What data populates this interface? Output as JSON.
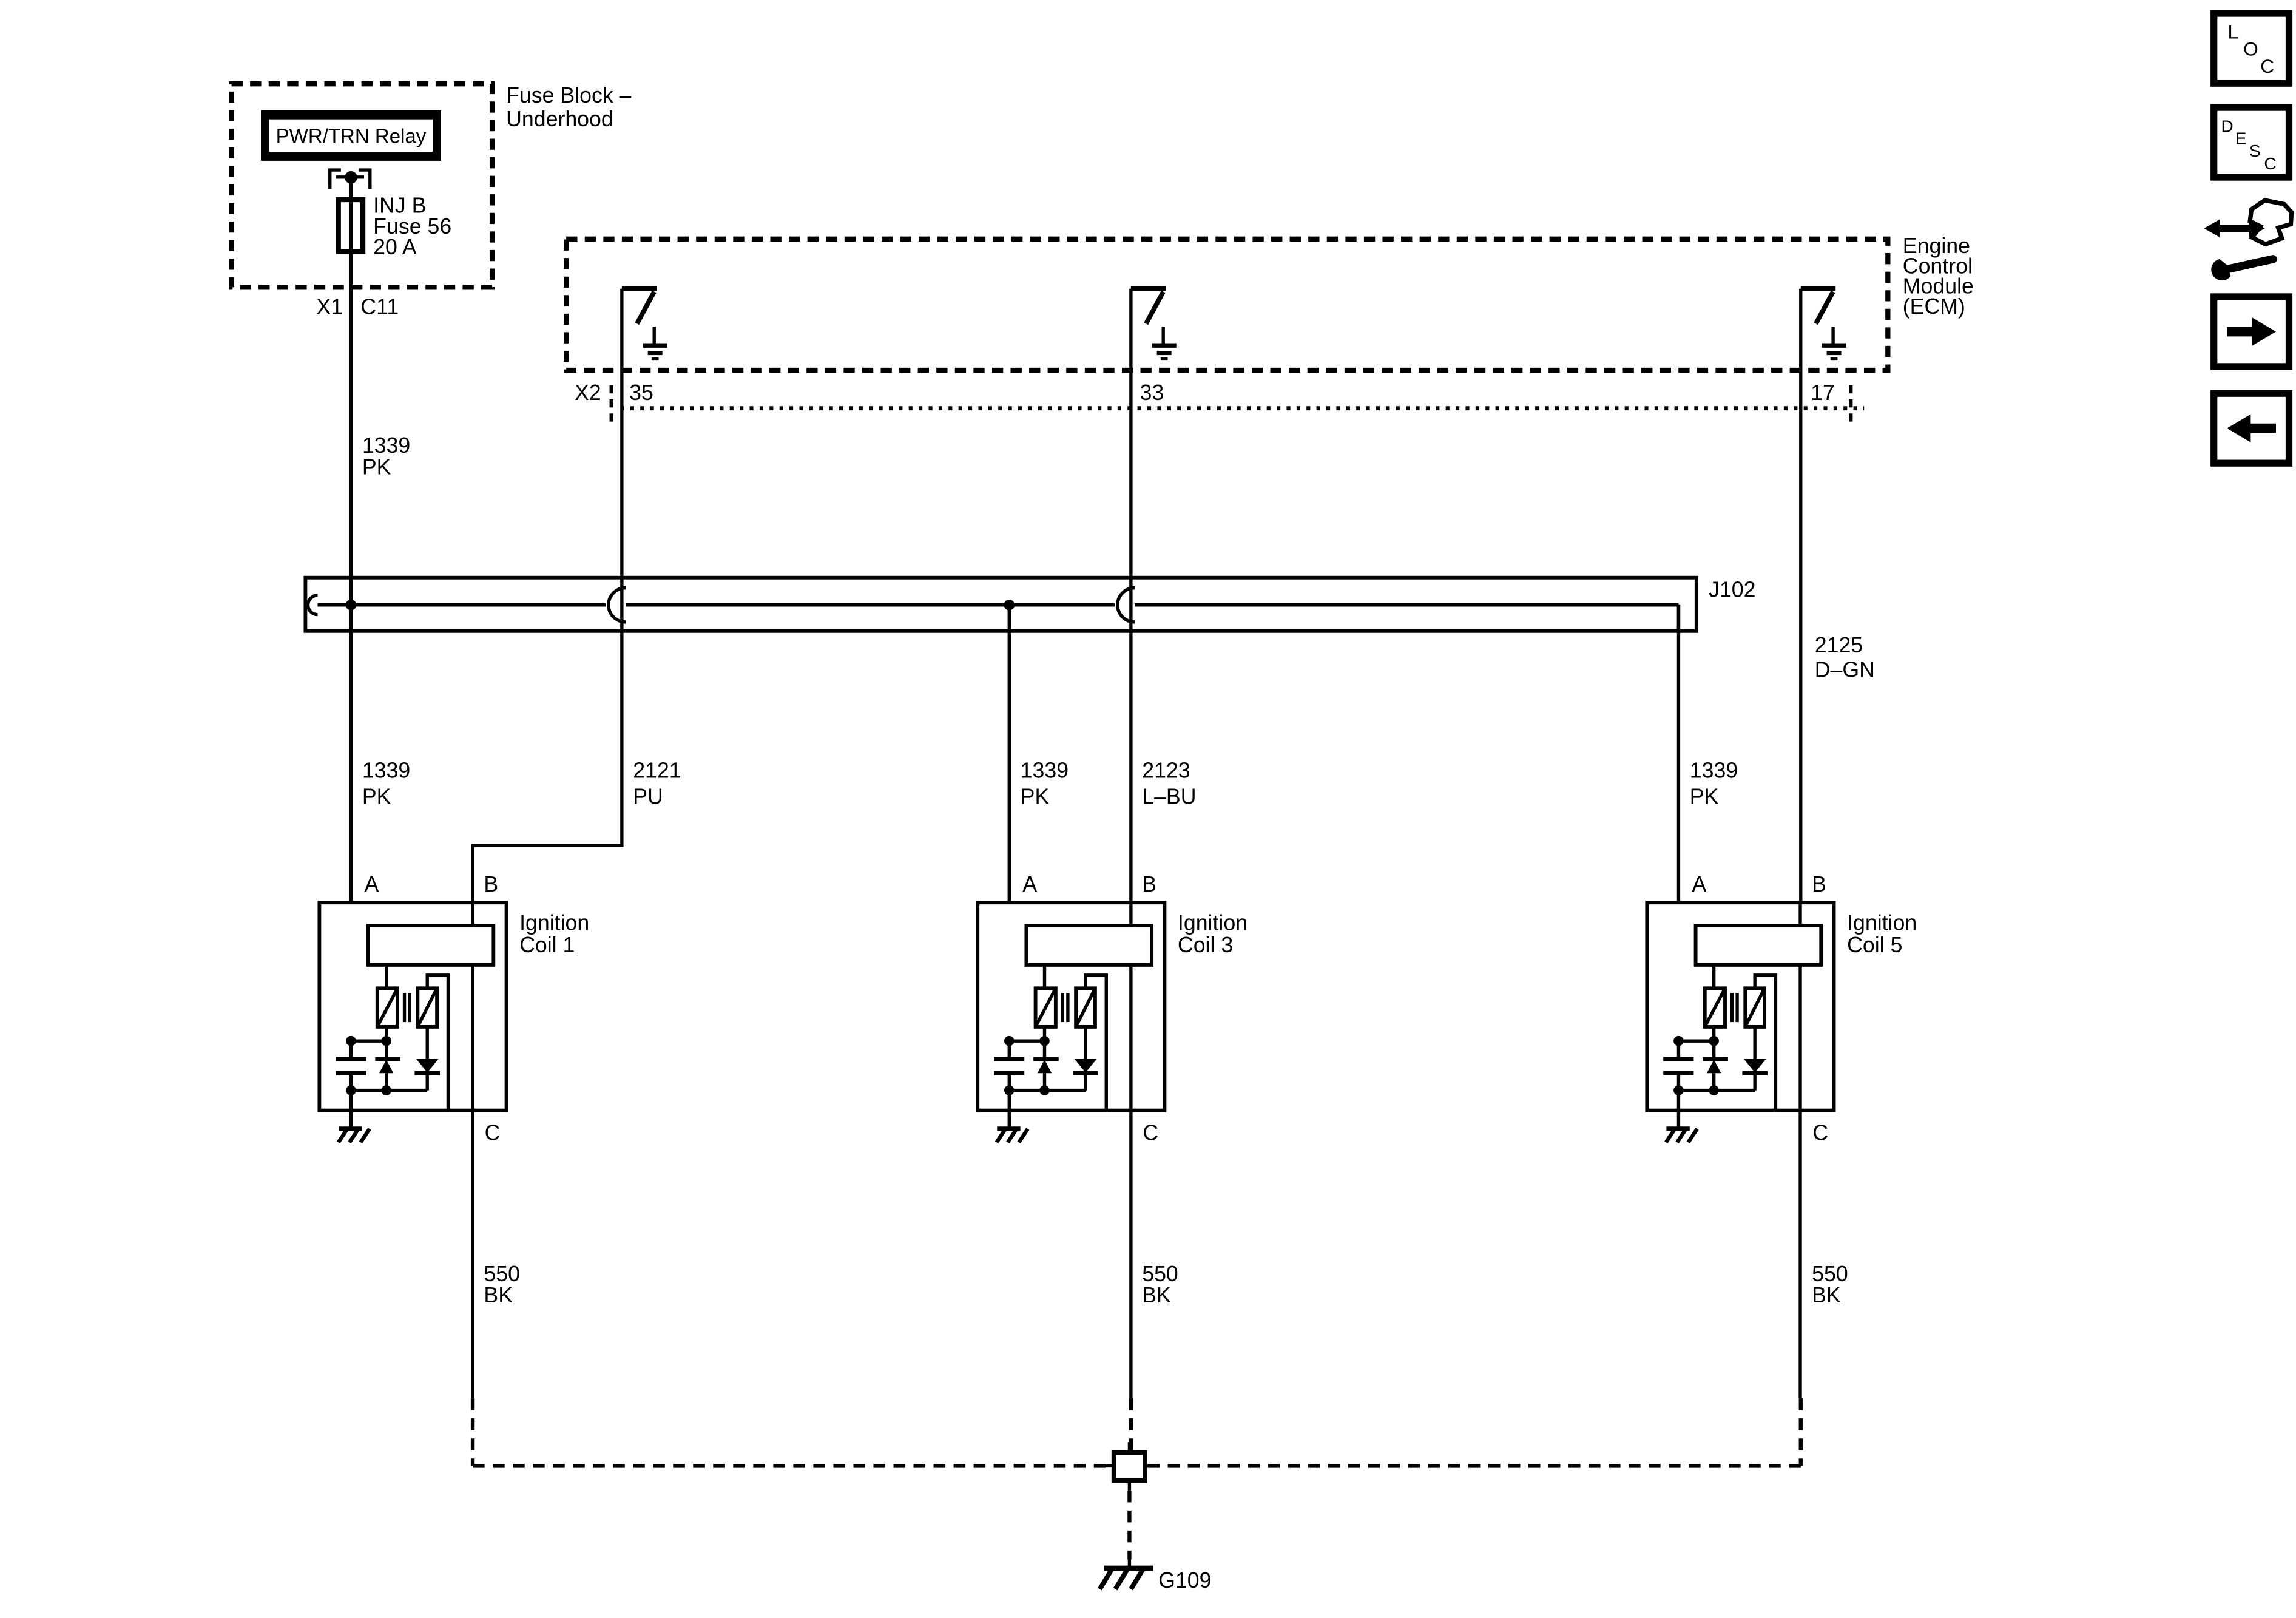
{
  "fuse_block": {
    "title_line1": "Fuse Block –",
    "title_line2": "Underhood",
    "relay_label": "PWR/TRN Relay",
    "fuse_name": "INJ B",
    "fuse_id": "Fuse 56",
    "fuse_rating": "20 A",
    "connector_left": "X1",
    "connector_right": "C11"
  },
  "ecm": {
    "name_line1": "Engine",
    "name_line2": "Control",
    "name_line3": "Module",
    "name_line4": "(ECM)",
    "connector": "X2",
    "pin35": "35",
    "pin33": "33",
    "pin17": "17"
  },
  "splice": {
    "label": "J102"
  },
  "wires": {
    "feed": {
      "circuit": "1339",
      "color": "PK"
    },
    "coil1_a": {
      "circuit": "1339",
      "color": "PK"
    },
    "coil1_b": {
      "circuit": "2121",
      "color": "PU"
    },
    "coil3_a": {
      "circuit": "1339",
      "color": "PK"
    },
    "coil3_b": {
      "circuit": "2123",
      "color": "L–BU"
    },
    "coil5_a": {
      "circuit": "1339",
      "color": "PK"
    },
    "coil5_b": {
      "circuit": "2125",
      "color": "D–GN"
    },
    "coil1_gnd": {
      "circuit": "550",
      "color": "BK"
    },
    "coil3_gnd": {
      "circuit": "550",
      "color": "BK"
    },
    "coil5_gnd": {
      "circuit": "550",
      "color": "BK"
    }
  },
  "ground": {
    "label": "G109"
  },
  "coils": [
    {
      "name_line1": "Ignition",
      "name_line2": "Coil 1",
      "pin_a": "A",
      "pin_b": "B",
      "pin_c": "C"
    },
    {
      "name_line1": "Ignition",
      "name_line2": "Coil 3",
      "pin_a": "A",
      "pin_b": "B",
      "pin_c": "C"
    },
    {
      "name_line1": "Ignition",
      "name_line2": "Coil 5",
      "pin_a": "A",
      "pin_b": "B",
      "pin_c": "C"
    }
  ],
  "nav": {
    "loc": [
      "L",
      "O",
      "C"
    ],
    "desc": [
      "D",
      "E",
      "S",
      "C"
    ]
  },
  "colors": {
    "ink": "#000000",
    "paper": "#ffffff"
  }
}
